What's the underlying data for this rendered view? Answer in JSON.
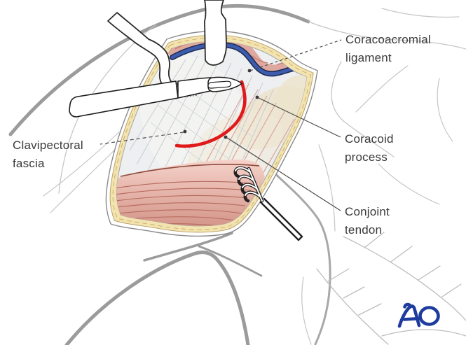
{
  "annotations": [
    {
      "id": "coracoacromial-ligament",
      "line1": "Coracoacromial",
      "line2": "ligament"
    },
    {
      "id": "clavipectoral-fascia",
      "line1": "Clavipectoral",
      "line2": "fascia"
    },
    {
      "id": "coracoid-process",
      "line1": "Coracoid",
      "line2": "process"
    },
    {
      "id": "conjoint-tendon",
      "line1": "Conjoint",
      "line2": "tendon"
    }
  ],
  "logo": {
    "text": "AO"
  },
  "colors": {
    "incision-red": "#e01a1b",
    "vein-blue": "#3d5cad",
    "vein-outline": "#1c2c55",
    "fat-yellow": "#f3e4af",
    "muscle-pink": "#dd9a8d",
    "muscle-dark": "#b5695c",
    "fascia-gray": "#edeff1",
    "logo-blue": "#1e3c9e",
    "label-text": "#3a3a3a",
    "contour-gray": "#9b9b9b"
  }
}
